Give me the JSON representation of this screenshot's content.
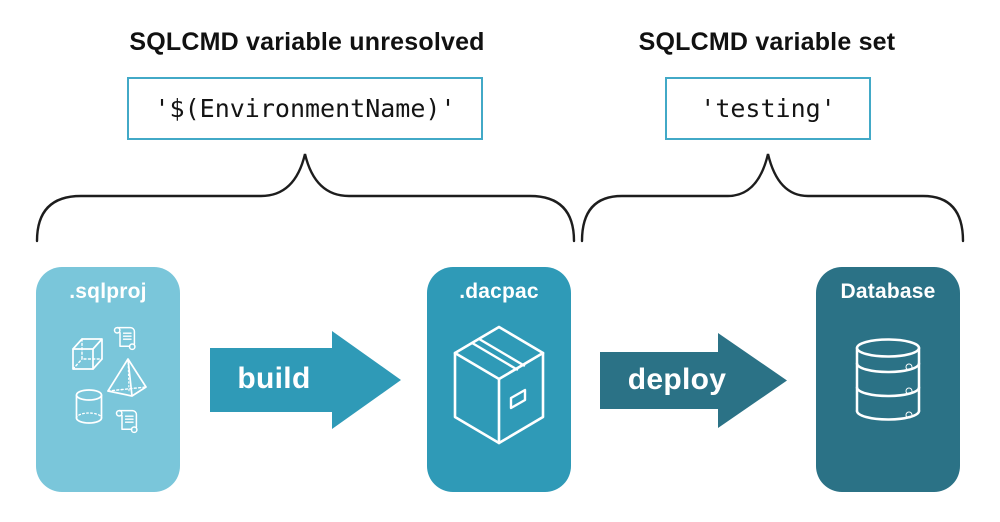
{
  "annotations": {
    "left": {
      "heading": "SQLCMD variable unresolved",
      "code": "'$(EnvironmentName)'"
    },
    "right": {
      "heading": "SQLCMD variable set",
      "code": "'testing'"
    }
  },
  "pipeline": {
    "nodes": [
      {
        "label": ".sqlproj",
        "color": "#7ac6da",
        "icon": "sql-objects-icon"
      },
      {
        "label": ".dacpac",
        "color": "#2f9ab7",
        "icon": "package-box-icon"
      },
      {
        "label": "Database",
        "color": "#2b7286",
        "icon": "database-icon"
      }
    ],
    "arrows": [
      {
        "label": "build",
        "color": "#2f9ab7"
      },
      {
        "label": "deploy",
        "color": "#2b7286"
      }
    ]
  },
  "colors": {
    "background": "#ffffff",
    "code_box_border": "#42a9c7",
    "brace_stroke": "#1d1d1d",
    "heading_text": "#111111",
    "icon_stroke": "#ffffff"
  }
}
